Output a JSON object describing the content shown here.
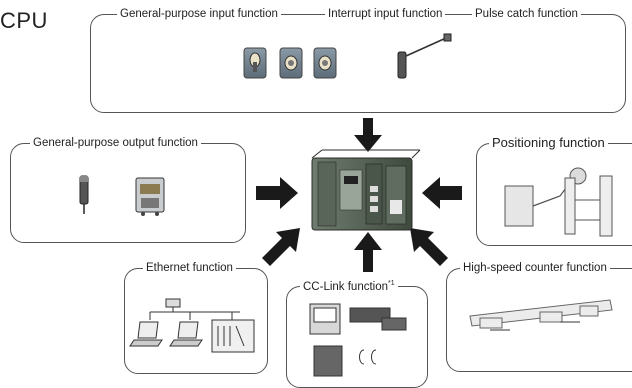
{
  "title": "CPU",
  "labels": {
    "top_general_input": "General-purpose input function",
    "top_interrupt": "Interrupt input function",
    "top_pulse_catch": "Pulse catch function",
    "general_output": "General-purpose output function",
    "positioning": "Positioning function",
    "ethernet": "Ethernet function",
    "cc_link": "CC-Link function",
    "cc_link_note": "*1",
    "high_speed_counter": "High-speed counter function"
  }
}
